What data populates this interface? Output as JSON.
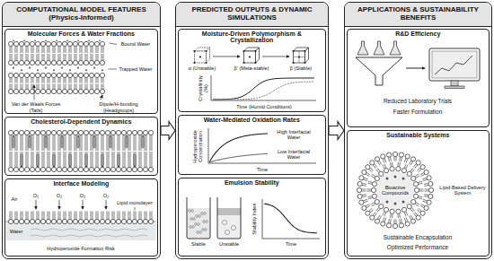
{
  "diagram": {
    "nodes": [
      {
        "text": [
          "COMPUTATIONAL MODEL FEATURES (Physics-Informed)"
        ]
      },
      {
        "text": [
          "Molecular Forces & Water Fractions"
        ],
        "in": 0
      },
      {
        "text": [
          "Cholesterol-Dependent Dynamics"
        ],
        "in": 0
      },
      {
        "text": [
          "Interface Modeling"
        ],
        "in": 0
      },
      {
        "text": [
          "PREDICTED OUTPUTS & DYNAMIC SIMULATIONS"
        ]
      },
      {
        "text": [
          "Moisture-Driven Polymorphism & Crystallization"
        ],
        "in": 4
      },
      {
        "text": [
          "Water-Mediated Oxidation Rates"
        ],
        "in": 4
      },
      {
        "text": [
          "Emulsion Stability"
        ],
        "in": 4
      },
      {
        "text": [
          "APPLICATIONS & SUSTAINABILITY BENEFITS"
        ]
      },
      {
        "text": [
          "R&D Efficiency"
        ],
        "in": 8
      },
      {
        "text": [
          "Sustainable Systems"
        ],
        "in": 8
      }
    ],
    "edges": [
      {
        "from": 0,
        "to": 4,
        "arrow": "to"
      },
      {
        "from": 4,
        "to": 8,
        "arrow": "to"
      }
    ],
    "labels": [
      "Bound Water",
      "Trapped Water",
      "Van der Waals Forces (Tails)",
      "Dipole/H-bonding (Headgroups)",
      "Air",
      "O₂",
      "O₂",
      "O₂",
      "O₂",
      "Water",
      "Lipid monolayer",
      "Hydroperoxide Formation Risk",
      "α (Unstable)",
      "β' (Meta-stable)",
      "β (Stable)",
      "Crystallinity (%)",
      "Time (Humid Conditions)",
      "Hydroperoxide Concentration",
      "High Interfacial Water",
      "Low Interfacial Water",
      "Time",
      "Stable",
      "Unstable",
      "Stability Index",
      "Time",
      "Reduced Laboratory Trials",
      "Faster Formulation",
      "Bioactive Compounds",
      "Lipid-Based Delivery System",
      "Sustainable Encapsulation",
      "Optimized Performance"
    ]
  }
}
